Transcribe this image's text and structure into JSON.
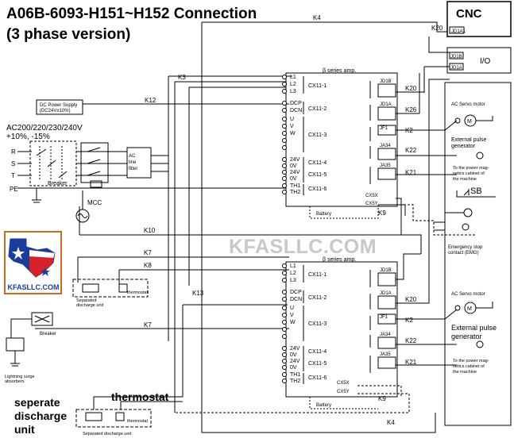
{
  "title": {
    "line1": "A06B-6093-H151~H152 Connection",
    "line2": "(3 phase version)"
  },
  "cnc": {
    "label": "CNC",
    "port_jd1a1": "JD1A1",
    "io_label": "I/O",
    "io_ports": [
      "JD1B",
      "JD1A"
    ]
  },
  "cables": {
    "k20": "K20",
    "k4": "K4",
    "k3": "K3",
    "k12": "K12",
    "k10": "K10",
    "k7": "K7",
    "k8": "K8",
    "k13": "K13",
    "k9": "K9",
    "k2": "K2",
    "k22": "K22",
    "k21": "K21",
    "k26": "K26"
  },
  "power": {
    "dc_supply": [
      "DC Power Supply",
      "(DC24V±10%)"
    ],
    "ac_line": [
      "AC200/220/230/240V",
      "+10%, -15%"
    ],
    "phases": [
      "R",
      "S",
      "T",
      "PE"
    ],
    "breaker": "Breaker",
    "mcc": "MCC",
    "ac_filter": [
      "AC",
      "line",
      "filter"
    ]
  },
  "amp": {
    "name": "β series amp.",
    "terminals_main": [
      "L1",
      "L2",
      "L3",
      "DCP",
      "DCN"
    ],
    "terminals_motor": [
      "U",
      "V",
      "W"
    ],
    "terminals_ctrl": [
      "24V",
      "0V",
      "24V",
      "0V",
      "TH1",
      "TH2"
    ],
    "connectors": [
      "CX11-1",
      "CX11-2",
      "CX11-3",
      "CX11-4",
      "CX11-5",
      "CX11-6"
    ],
    "jacks": [
      "JD1B",
      "JD1A",
      "JF1",
      "JA34",
      "JA35"
    ],
    "cx5": [
      "CX5X",
      "CX5Y"
    ],
    "battery": "Battery"
  },
  "right_side": {
    "servo_motor": "AC Servo motor",
    "pulse_gen": [
      "External pulse",
      "generator"
    ],
    "mag_cabinet": [
      "To the power mag-",
      "netics cabinet of",
      "the machine"
    ],
    "sb": "SB",
    "estop": [
      "Emergency stop",
      "contact (EMG)"
    ],
    "servo_motor_2": "AC Servo motor",
    "pulse_gen_large": [
      "External pulse",
      "generator"
    ],
    "mag_cabinet_2": [
      "To the power mag-",
      "netics cabinet of",
      "the machine"
    ]
  },
  "discharge": {
    "unit_upper": [
      "Separated",
      "discharge unit"
    ],
    "thermostat_upper": "thermostat",
    "unit_lower": "Separated discharge unit",
    "thermostat_lower": "thermostat",
    "breaker_lower": "Breaker",
    "surge": [
      "Lightning surge",
      "absorbers"
    ]
  },
  "annotations": {
    "separate_discharge": [
      "seperate",
      "discharge",
      "unit"
    ],
    "thermostat": "thermostat"
  },
  "watermark": "KFASLLC.COM",
  "logo_text": "KFASLLC.COM",
  "colors": {
    "line": "#000000",
    "watermark": "#c8c8c8",
    "logo_border": "#cc6a1f",
    "logo_blue": "#1a3c9a",
    "logo_red": "#d6202a"
  }
}
